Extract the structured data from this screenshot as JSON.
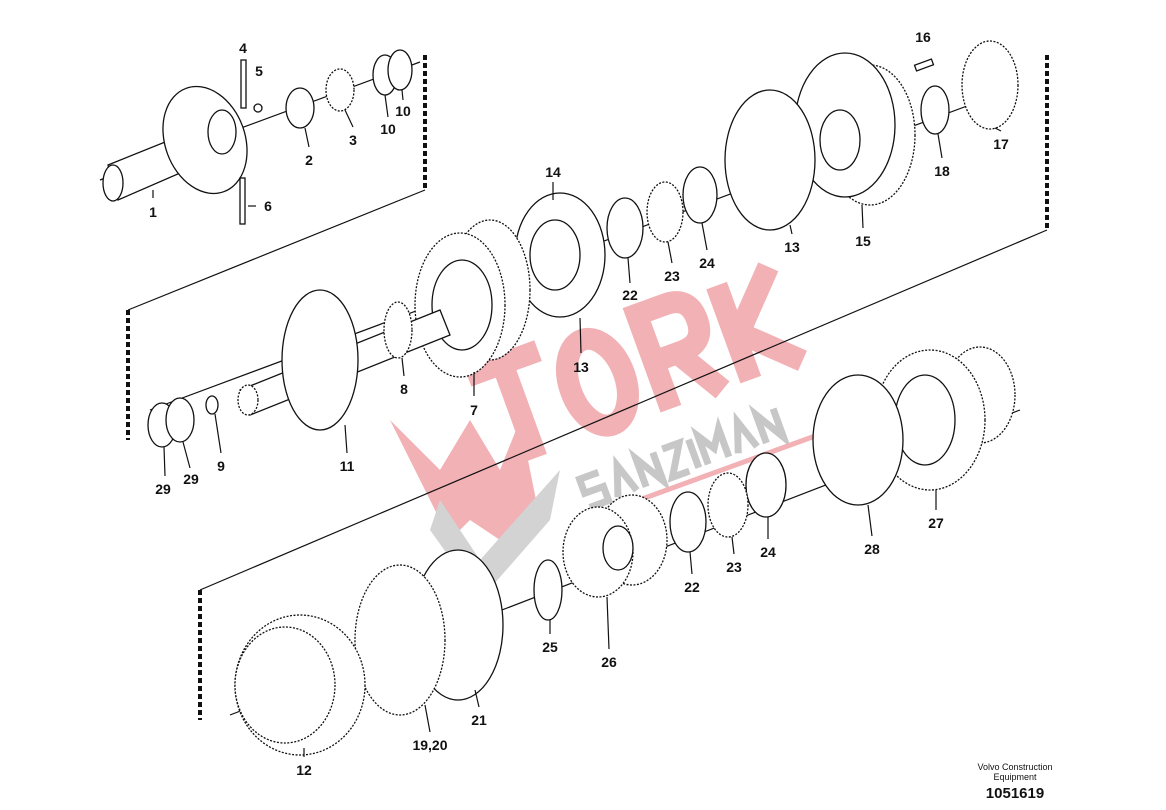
{
  "diagram": {
    "title": "Exploded view - planetary gear / clutch assembly",
    "callouts": [
      "4",
      "5",
      "6",
      "1",
      "2",
      "3",
      "10",
      "10",
      "16",
      "17",
      "18",
      "15",
      "13",
      "14",
      "22",
      "23",
      "24",
      "13",
      "8",
      "7",
      "11",
      "9",
      "29",
      "29",
      "28",
      "27",
      "24",
      "23",
      "22",
      "26",
      "25",
      "21",
      "19,20",
      "12"
    ]
  },
  "footer": {
    "company": "Volvo Construction Equipment",
    "drawing_number": "1051619"
  },
  "watermark": {
    "brand": "TORK",
    "subtitle": "ŞANZIMAN",
    "color": "#e8737a",
    "secondary_color": "#b0b0b0"
  }
}
